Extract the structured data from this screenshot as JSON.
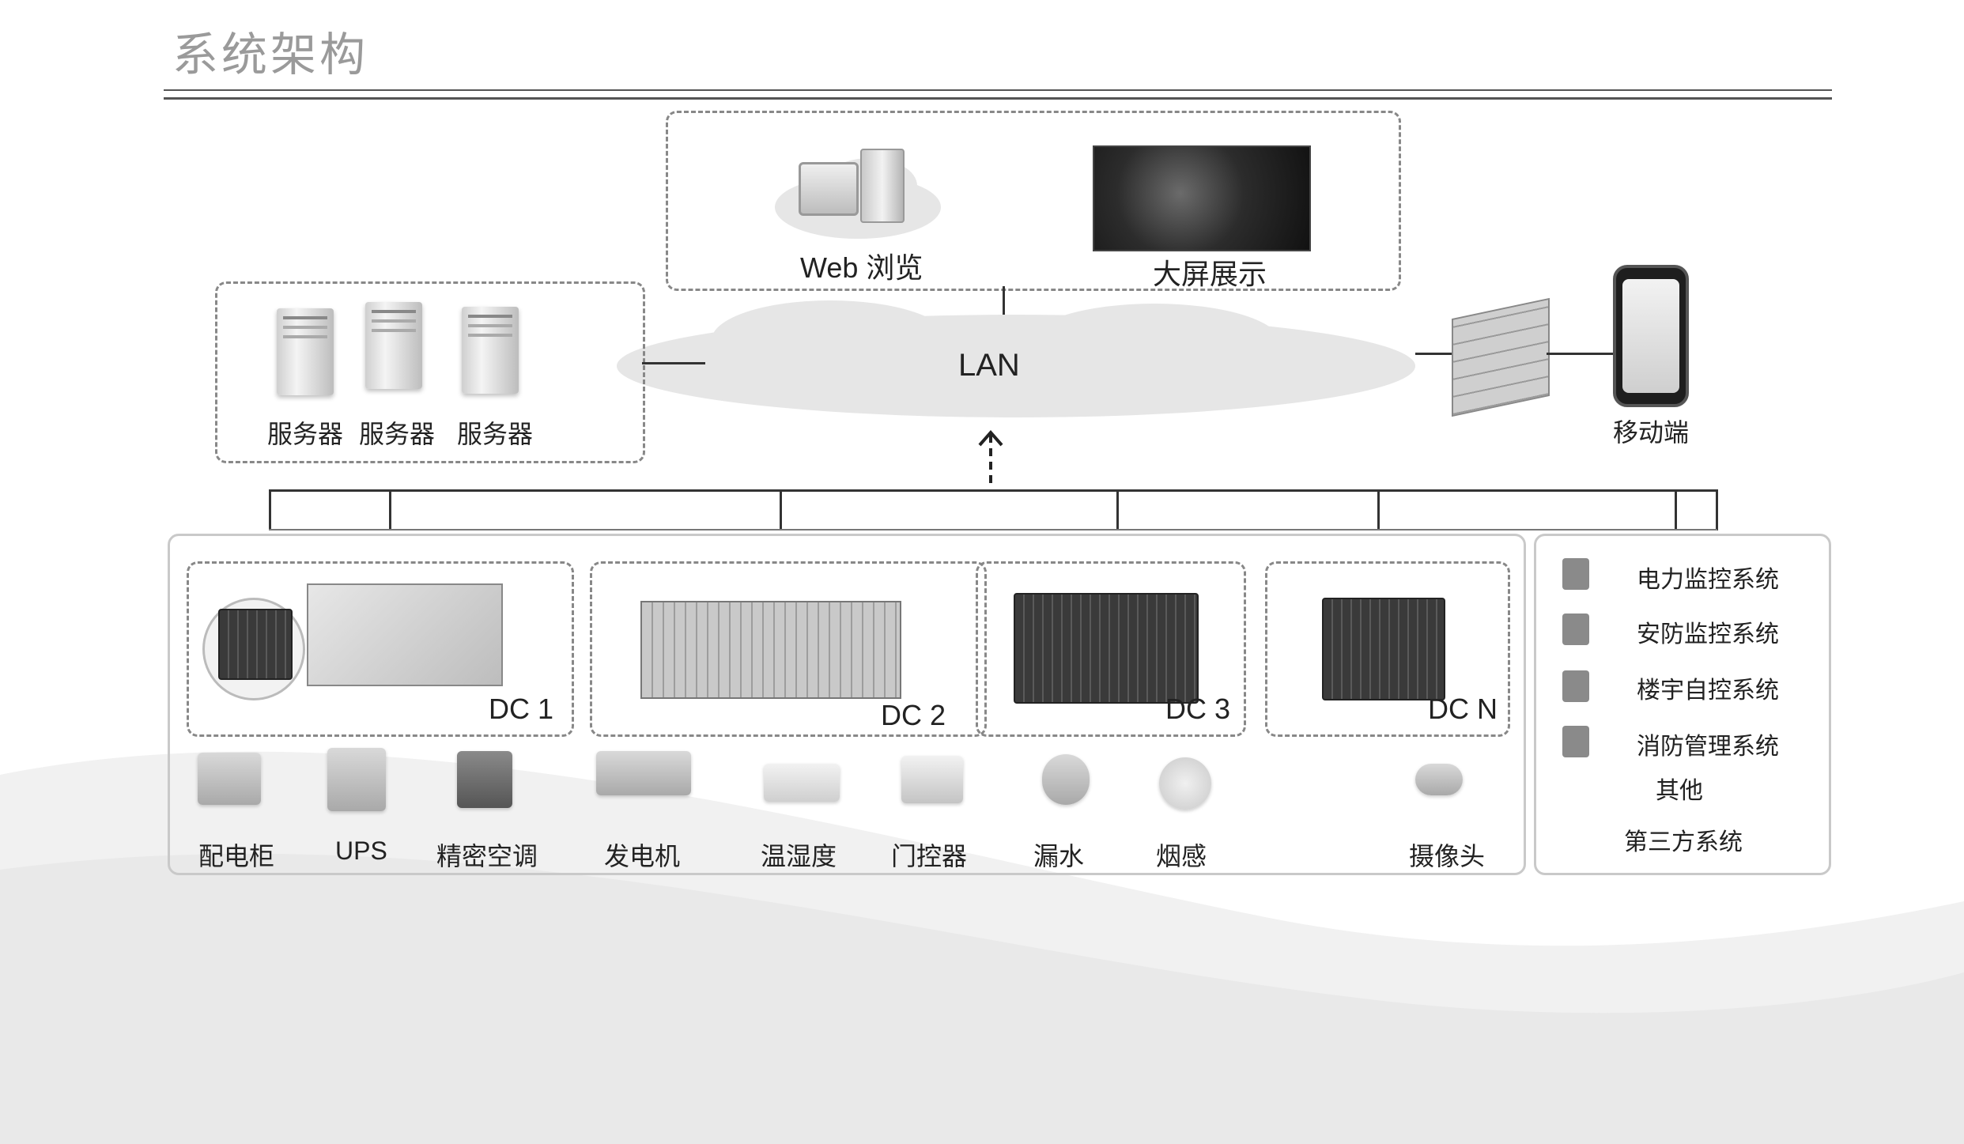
{
  "title": "系统架构",
  "top_section": {
    "web_label": "Web 浏览",
    "screen_label": "大屏展示"
  },
  "network": {
    "lan_label": "LAN",
    "mobile_label": "移动端"
  },
  "servers": [
    {
      "label": "服务器"
    },
    {
      "label": "服务器"
    },
    {
      "label": "服务器"
    }
  ],
  "data_centers": [
    {
      "label": "DC 1"
    },
    {
      "label": "DC 2"
    },
    {
      "label": "DC 3"
    },
    {
      "label": "DC N"
    }
  ],
  "devices": [
    {
      "label": "配电柜",
      "icon": "power-cabinet-icon"
    },
    {
      "label": "UPS",
      "icon": "ups-icon"
    },
    {
      "label": "精密空调",
      "icon": "air-conditioner-icon"
    },
    {
      "label": "发电机",
      "icon": "generator-icon"
    },
    {
      "label": "温湿度",
      "icon": "thermo-hygrometer-icon"
    },
    {
      "label": "门控器",
      "icon": "door-controller-icon"
    },
    {
      "label": "漏水",
      "icon": "water-leak-sensor-icon"
    },
    {
      "label": "烟感",
      "icon": "smoke-detector-icon"
    },
    {
      "label": "摄像头",
      "icon": "camera-icon"
    }
  ],
  "subsystems": [
    {
      "label": "电力监控系统"
    },
    {
      "label": "安防监控系统"
    },
    {
      "label": "楼宇自控系统"
    },
    {
      "label": "消防管理系统"
    },
    {
      "label": "其他"
    },
    {
      "label": "第三方系统"
    }
  ],
  "colors": {
    "box_border": "#888888",
    "outer_border": "#c9c9c9",
    "cloud": "#e6e6e6",
    "title_gray": "#9a9a9a"
  }
}
